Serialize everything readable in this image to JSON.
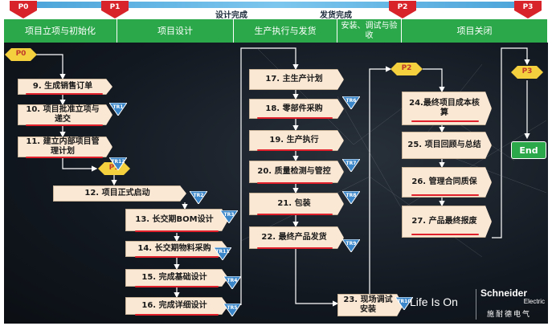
{
  "top": {
    "milestones": [
      {
        "label": "设计完成"
      },
      {
        "label": "发货完成"
      }
    ],
    "flags": [
      {
        "label": "P0"
      },
      {
        "label": "P1"
      },
      {
        "label": "P2"
      },
      {
        "label": "P3"
      }
    ]
  },
  "phases": [
    {
      "label": "项目立项与初始化"
    },
    {
      "label": "项目设计"
    },
    {
      "label": "生产执行与发货"
    },
    {
      "label": "安装、调试与验收"
    },
    {
      "label": "项目关闭"
    }
  ],
  "gates": [
    {
      "label": "P0"
    },
    {
      "label": "P1"
    },
    {
      "label": "P2"
    },
    {
      "label": "P3"
    }
  ],
  "steps": [
    {
      "label": "9. 生成销售订单"
    },
    {
      "label": "10. 项目批准立项与递交"
    },
    {
      "label": "11. 建立内部项目管理计划"
    },
    {
      "label": "12. 项目正式启动"
    },
    {
      "label": "13. 长交期BOM设计"
    },
    {
      "label": "14. 长交期物料采购"
    },
    {
      "label": "15. 完成基础设计"
    },
    {
      "label": "16. 完成详细设计"
    },
    {
      "label": "17. 主生产计划"
    },
    {
      "label": "18. 零部件采购"
    },
    {
      "label": "19. 生产执行"
    },
    {
      "label": "20. 质量检测与管控"
    },
    {
      "label": "21. 包装"
    },
    {
      "label": "22. 最终产品发货"
    },
    {
      "label": "23. 现场调试安装"
    },
    {
      "label": "24.最终项目成本核算"
    },
    {
      "label": "25. 项目回顾与总结"
    },
    {
      "label": "26. 管理合同质保"
    },
    {
      "label": "27. 产品最终报废"
    }
  ],
  "markers": [
    {
      "label": "TR1"
    },
    {
      "label": "TR2"
    },
    {
      "label": "TR3"
    },
    {
      "label": "TR4"
    },
    {
      "label": "TR5"
    },
    {
      "label": "TR6"
    },
    {
      "label": "TR7"
    },
    {
      "label": "TR8"
    },
    {
      "label": "TR9"
    },
    {
      "label": "TR10"
    },
    {
      "label": "TR11"
    },
    {
      "label": "TR12"
    }
  ],
  "end_label": "End",
  "brand": {
    "slogan": "Life Is On",
    "name": "Schneider",
    "sub": "Electric",
    "cn": "施耐德电气"
  },
  "colors": {
    "phase_green": "#2ba84a",
    "flag_red": "#d8232a",
    "gate_yellow": "#f4d03f",
    "marker_blue": "#3a86c8",
    "box_fill": "#fbe8d4",
    "underline_red": "#e0202a"
  }
}
